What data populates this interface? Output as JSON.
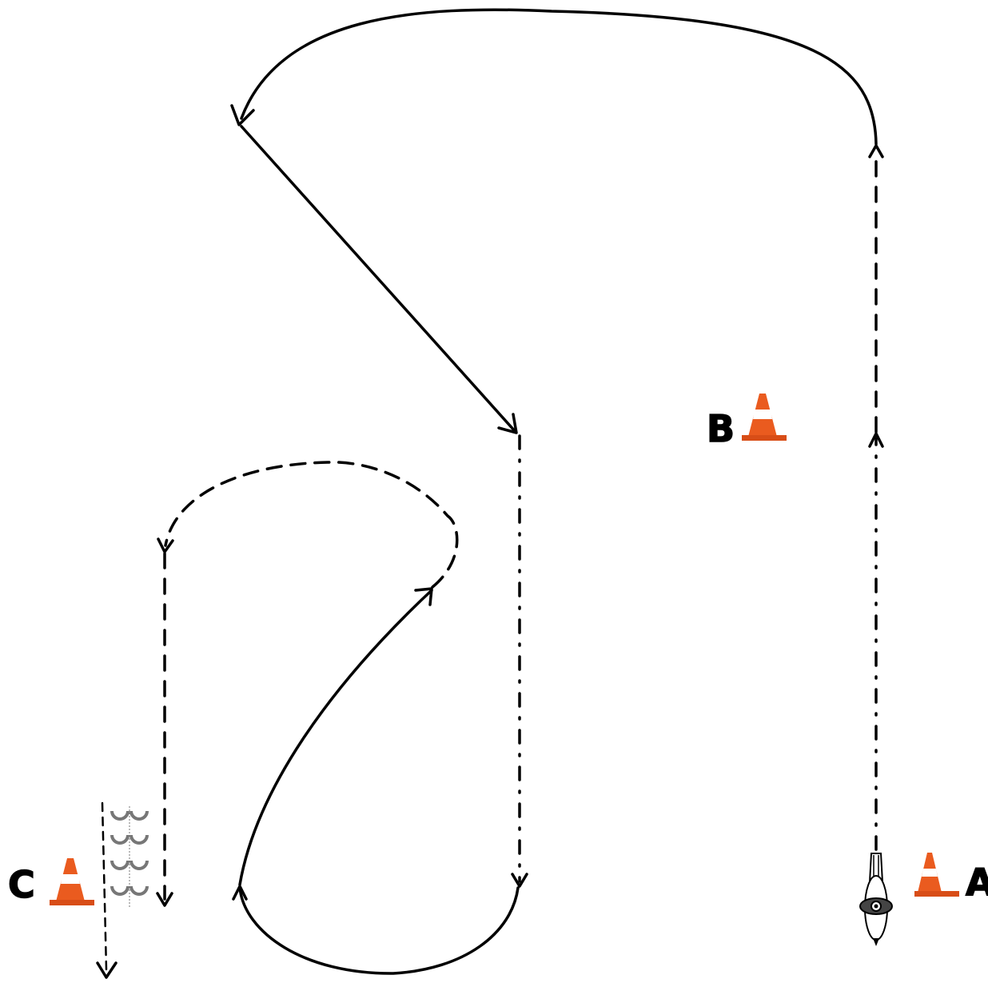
{
  "markers": [
    {
      "id": "a",
      "label": "A"
    },
    {
      "id": "b",
      "label": "B"
    },
    {
      "id": "c",
      "label": "C"
    }
  ],
  "colors": {
    "path": "#000000",
    "cone_orange": "#ea5b1f",
    "cone_stripe": "#ffffff",
    "background": "#ffffff"
  },
  "icons": [
    "traffic-cone-icon",
    "horse-and-rider-icon",
    "poles-icon"
  ]
}
